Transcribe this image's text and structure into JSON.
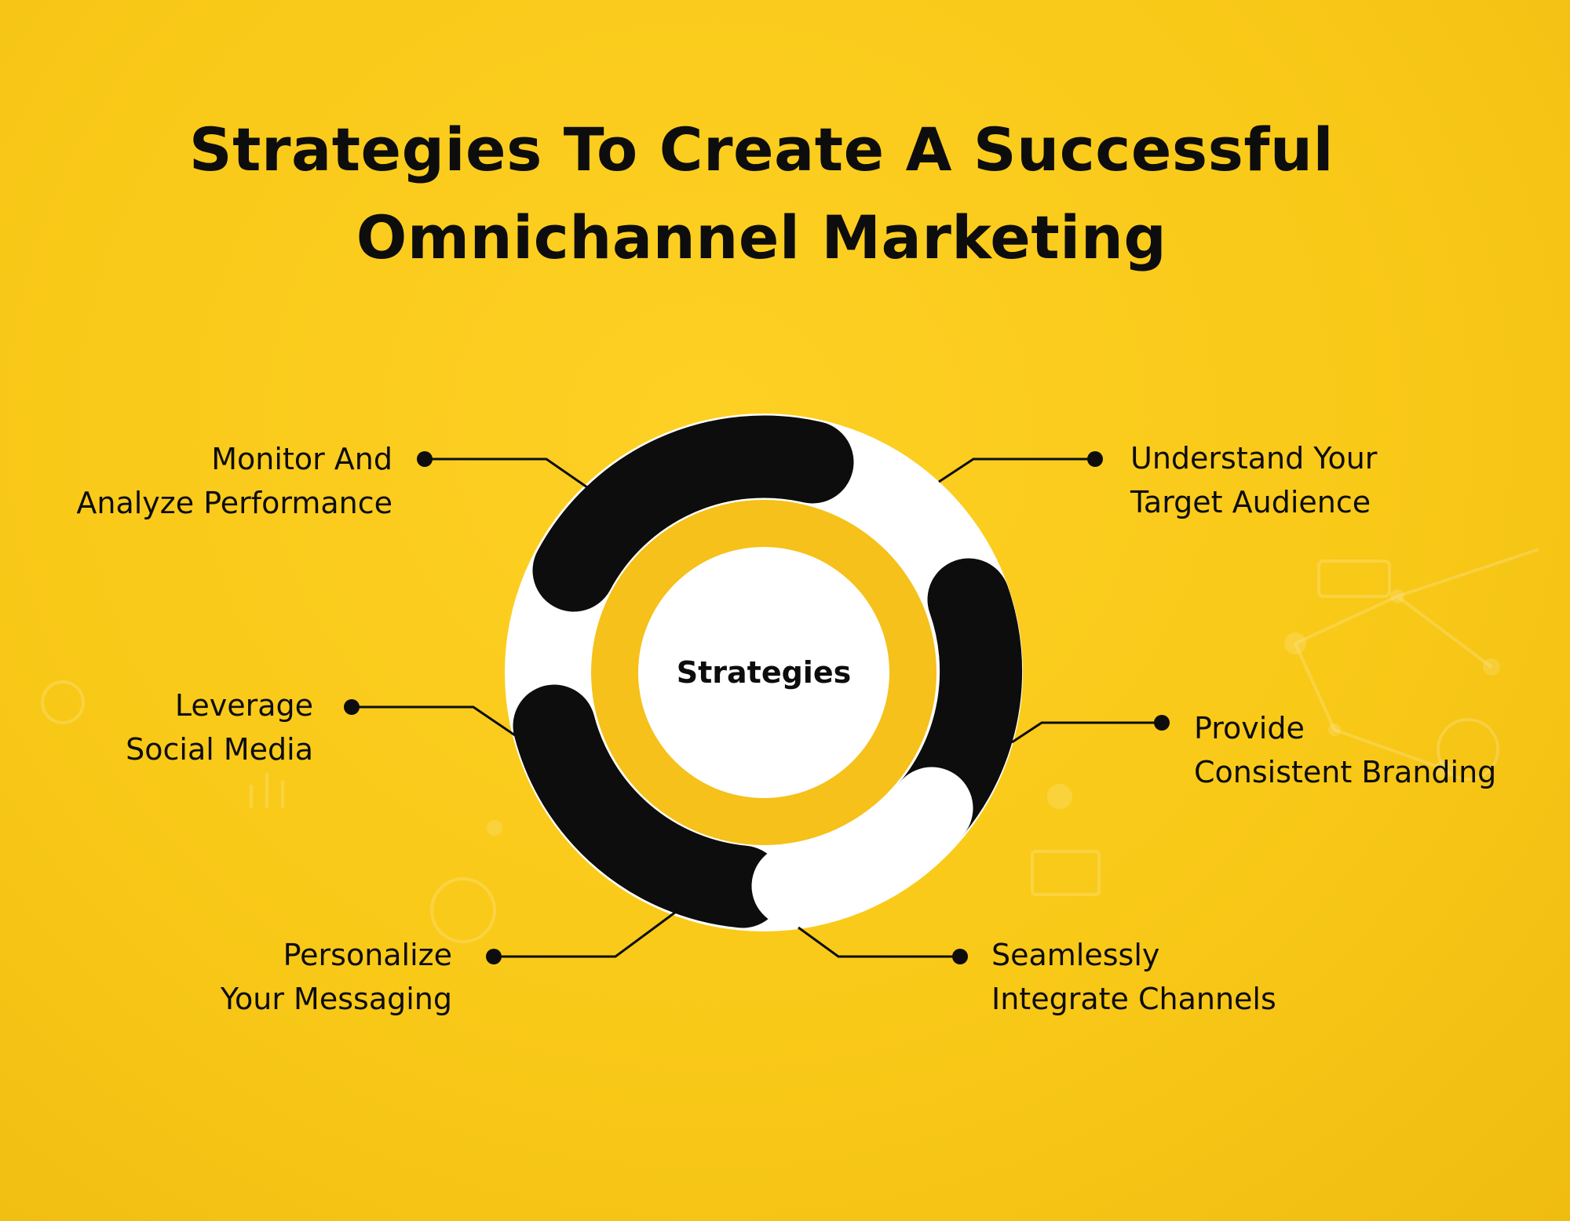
{
  "title": {
    "line1": "Strategies To Create A Successful",
    "line2": "Omnichannel Marketing"
  },
  "center_label": "Strategies",
  "strategies": [
    {
      "line1": "Understand Your",
      "line2": "Target Audience"
    },
    {
      "line1": "Provide",
      "line2": "Consistent Branding"
    },
    {
      "line1": "Seamlessly",
      "line2": "Integrate Channels"
    },
    {
      "line1": "Personalize",
      "line2": "Your Messaging"
    },
    {
      "line1": "Leverage",
      "line2": "Social Media"
    },
    {
      "line1": "Monitor And",
      "line2": "Analyze Performance"
    }
  ],
  "colors": {
    "background": "#f9c918",
    "ring_dark": "#0d0d0d",
    "ring_light": "#ffffff",
    "inner_band": "#f5c11a",
    "text": "#0d0d0d"
  },
  "background_icons": [
    "thumbs-up-icon",
    "at-sign-icon",
    "mail-icon",
    "user-icon",
    "search-icon",
    "bar-chart-icon"
  ]
}
